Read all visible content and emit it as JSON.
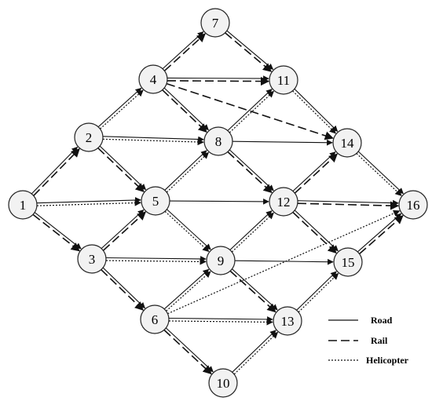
{
  "nodes": [
    {
      "id": "1",
      "label": "1"
    },
    {
      "id": "2",
      "label": "2"
    },
    {
      "id": "3",
      "label": "3"
    },
    {
      "id": "4",
      "label": "4"
    },
    {
      "id": "5",
      "label": "5"
    },
    {
      "id": "6",
      "label": "6"
    },
    {
      "id": "7",
      "label": "7"
    },
    {
      "id": "8",
      "label": "8"
    },
    {
      "id": "9",
      "label": "9"
    },
    {
      "id": "10",
      "label": "10"
    },
    {
      "id": "11",
      "label": "11"
    },
    {
      "id": "12",
      "label": "12"
    },
    {
      "id": "13",
      "label": "13"
    },
    {
      "id": "14",
      "label": "14"
    },
    {
      "id": "15",
      "label": "15"
    },
    {
      "id": "16",
      "label": "16"
    }
  ],
  "edges": [
    {
      "from": "1",
      "to": "2",
      "modes": [
        "road",
        "rail"
      ]
    },
    {
      "from": "1",
      "to": "3",
      "modes": [
        "road",
        "rail"
      ]
    },
    {
      "from": "1",
      "to": "5",
      "modes": [
        "road",
        "heli"
      ]
    },
    {
      "from": "2",
      "to": "4",
      "modes": [
        "road",
        "heli"
      ]
    },
    {
      "from": "2",
      "to": "5",
      "modes": [
        "road",
        "rail"
      ]
    },
    {
      "from": "2",
      "to": "8",
      "modes": [
        "road",
        "heli"
      ]
    },
    {
      "from": "3",
      "to": "5",
      "modes": [
        "road",
        "rail"
      ]
    },
    {
      "from": "3",
      "to": "6",
      "modes": [
        "road",
        "rail"
      ]
    },
    {
      "from": "3",
      "to": "9",
      "modes": [
        "road",
        "heli"
      ]
    },
    {
      "from": "4",
      "to": "7",
      "modes": [
        "road",
        "rail"
      ]
    },
    {
      "from": "4",
      "to": "8",
      "modes": [
        "road",
        "rail"
      ]
    },
    {
      "from": "4",
      "to": "11",
      "modes": [
        "road",
        "rail"
      ]
    },
    {
      "from": "4",
      "to": "14",
      "modes": [
        "rail"
      ]
    },
    {
      "from": "5",
      "to": "8",
      "modes": [
        "road",
        "heli"
      ]
    },
    {
      "from": "5",
      "to": "9",
      "modes": [
        "road",
        "heli"
      ]
    },
    {
      "from": "5",
      "to": "12",
      "modes": [
        "road"
      ]
    },
    {
      "from": "6",
      "to": "9",
      "modes": [
        "road",
        "heli"
      ]
    },
    {
      "from": "6",
      "to": "10",
      "modes": [
        "road",
        "rail"
      ]
    },
    {
      "from": "6",
      "to": "13",
      "modes": [
        "road",
        "heli"
      ]
    },
    {
      "from": "6",
      "to": "16",
      "modes": [
        "heli"
      ]
    },
    {
      "from": "7",
      "to": "11",
      "modes": [
        "road",
        "rail"
      ]
    },
    {
      "from": "8",
      "to": "11",
      "modes": [
        "road",
        "heli"
      ]
    },
    {
      "from": "8",
      "to": "12",
      "modes": [
        "road",
        "rail"
      ]
    },
    {
      "from": "8",
      "to": "14",
      "modes": [
        "road"
      ]
    },
    {
      "from": "9",
      "to": "12",
      "modes": [
        "road",
        "heli"
      ]
    },
    {
      "from": "9",
      "to": "13",
      "modes": [
        "road",
        "rail"
      ]
    },
    {
      "from": "9",
      "to": "15",
      "modes": [
        "road"
      ]
    },
    {
      "from": "10",
      "to": "13",
      "modes": [
        "road",
        "heli"
      ]
    },
    {
      "from": "11",
      "to": "14",
      "modes": [
        "road",
        "heli"
      ]
    },
    {
      "from": "12",
      "to": "14",
      "modes": [
        "road",
        "rail"
      ]
    },
    {
      "from": "12",
      "to": "15",
      "modes": [
        "road",
        "rail"
      ]
    },
    {
      "from": "12",
      "to": "16",
      "modes": [
        "road",
        "rail"
      ]
    },
    {
      "from": "13",
      "to": "15",
      "modes": [
        "road",
        "heli"
      ]
    },
    {
      "from": "14",
      "to": "16",
      "modes": [
        "road",
        "heli"
      ]
    },
    {
      "from": "15",
      "to": "16",
      "modes": [
        "road",
        "rail"
      ]
    }
  ],
  "legend": {
    "road": "Road",
    "rail": "Rail",
    "heli": "Helicopter"
  }
}
